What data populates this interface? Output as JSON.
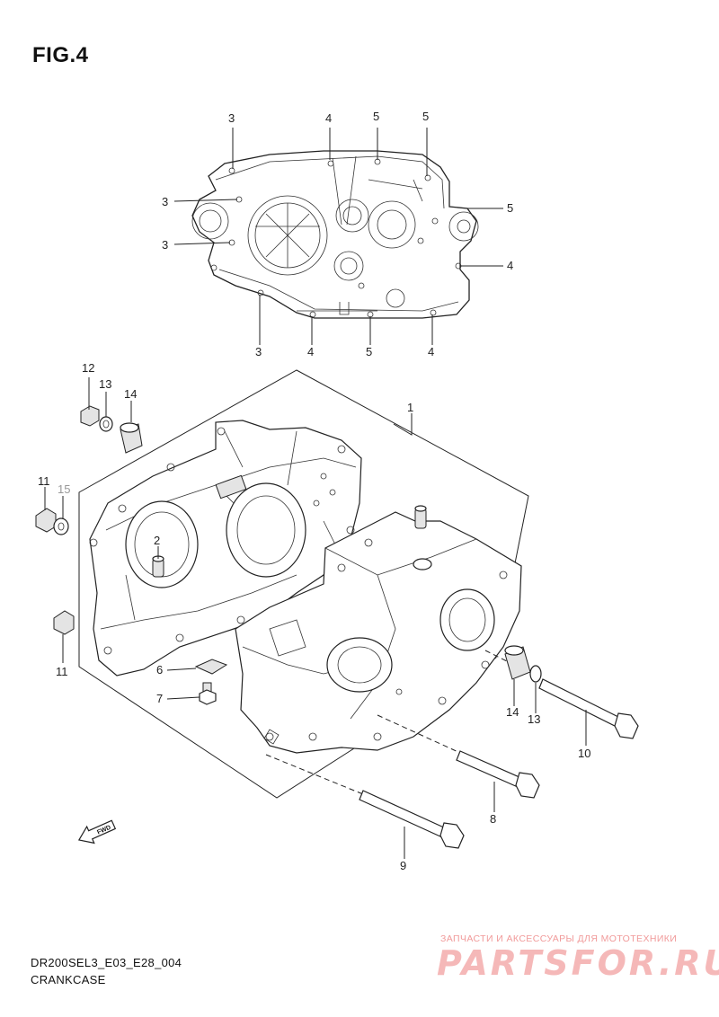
{
  "figure": {
    "title": "FIG.4"
  },
  "callouts": {
    "top_view": {
      "c3a": "3",
      "c4a": "4",
      "c5a": "5",
      "c5b": "5",
      "c3b": "3",
      "c5c": "5",
      "c3c": "3",
      "c4b": "4",
      "c3d": "3",
      "c4c": "4",
      "c5d": "5",
      "c4d": "4"
    },
    "main_view": {
      "p1": "1",
      "p2": "2",
      "p6": "6",
      "p7": "7",
      "p8": "8",
      "p9": "9",
      "p10": "10",
      "p11a": "11",
      "p11b": "11",
      "p12": "12",
      "p13a": "13",
      "p13b": "13",
      "p14a": "14",
      "p14b": "14",
      "p15": "15"
    },
    "fwd_arrow": "FWD"
  },
  "footer": {
    "model_code": "DR200SEL3_E03_E28_004",
    "section": "CRANKCASE"
  },
  "watermark": {
    "tagline": "ЗАПЧАСТИ И АКСЕССУАРЫ ДЛЯ МОТОТЕХНИКИ",
    "logo": "PARTSFOR.RU"
  }
}
